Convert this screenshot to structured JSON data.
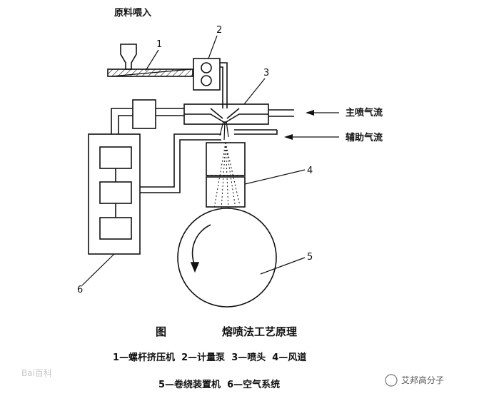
{
  "labels": {
    "feed": "原料喂入",
    "main_air": "主喷气流",
    "aux_air": "辅助气流"
  },
  "numbers": [
    "1",
    "2",
    "3",
    "4",
    "5",
    "6"
  ],
  "caption": {
    "fig": "图",
    "title": "熔喷法工艺原理"
  },
  "legend": {
    "line1": "1—螺杆挤压机  2—计量泵  3—喷头  4—风道",
    "line2": "5—卷绕装置机  6—空气系统"
  },
  "watermarks": {
    "left": "Bai百科",
    "right": "艾邦高分子"
  }
}
